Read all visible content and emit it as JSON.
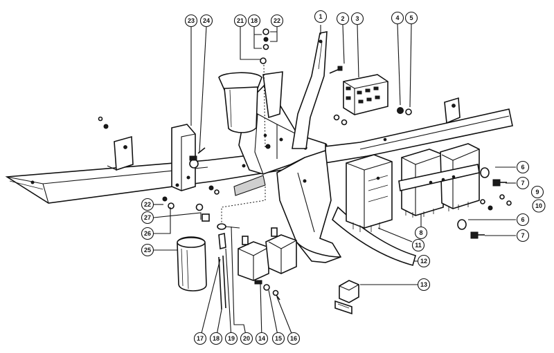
{
  "diagram": {
    "type": "exploded-parts-view",
    "callouts": [
      {
        "key": "c1",
        "label": "1"
      },
      {
        "key": "c2",
        "label": "2"
      },
      {
        "key": "c3",
        "label": "3"
      },
      {
        "key": "c4",
        "label": "4"
      },
      {
        "key": "c5",
        "label": "5"
      },
      {
        "key": "c6a",
        "label": "6"
      },
      {
        "key": "c6b",
        "label": "6"
      },
      {
        "key": "c7a",
        "label": "7"
      },
      {
        "key": "c7b",
        "label": "7"
      },
      {
        "key": "c8",
        "label": "8"
      },
      {
        "key": "c9",
        "label": "9"
      },
      {
        "key": "c10",
        "label": "10"
      },
      {
        "key": "c11",
        "label": "11"
      },
      {
        "key": "c12",
        "label": "12"
      },
      {
        "key": "c13",
        "label": "13"
      },
      {
        "key": "c14",
        "label": "14"
      },
      {
        "key": "c15",
        "label": "15"
      },
      {
        "key": "c16",
        "label": "16"
      },
      {
        "key": "c17",
        "label": "17"
      },
      {
        "key": "c18a",
        "label": "18"
      },
      {
        "key": "c18b",
        "label": "18"
      },
      {
        "key": "c19",
        "label": "19"
      },
      {
        "key": "c20",
        "label": "20"
      },
      {
        "key": "c21",
        "label": "21"
      },
      {
        "key": "c22a",
        "label": "22"
      },
      {
        "key": "c22b",
        "label": "22"
      },
      {
        "key": "c23",
        "label": "23"
      },
      {
        "key": "c24",
        "label": "24"
      },
      {
        "key": "c25",
        "label": "25"
      },
      {
        "key": "c26",
        "label": "26"
      },
      {
        "key": "c27",
        "label": "27"
      }
    ]
  }
}
